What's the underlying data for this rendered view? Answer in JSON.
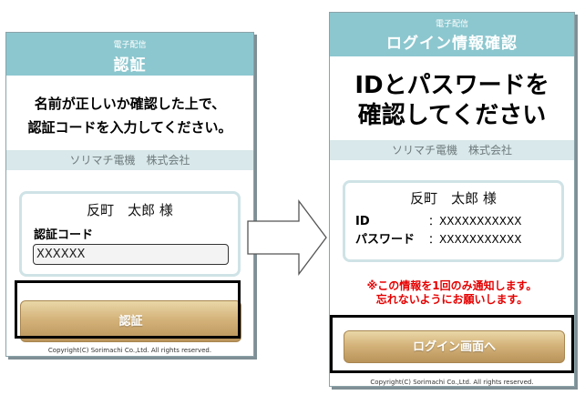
{
  "left_screen": {
    "header_small": "電子配信",
    "header_title": "認証",
    "message_line1": "名前が正しいか確認した上で、",
    "message_line2": "認証コードを入力してください。",
    "company": "ソリマチ電機　株式会社",
    "user_name": "反町　太郎 様",
    "code_label": "認証コード",
    "code_value": "XXXXXX",
    "button_label": "認証",
    "copyright": "Copyright(C) Sorimachi Co.,Ltd. All rights reserved."
  },
  "right_screen": {
    "header_small": "電子配信",
    "header_title": "ログイン情報確認",
    "message_line1": "IDとパスワードを",
    "message_line2": "確認してください",
    "company": "ソリマチ電機　株式会社",
    "user_name": "反町　太郎 様",
    "id_label": "ID",
    "id_value": "：XXXXXXXXXXX",
    "password_label": "パスワード",
    "password_value": "：XXXXXXXXXXX",
    "notice_line1": "※この情報を1回のみ通知します。",
    "notice_line2": "忘れないようにお願いします。",
    "button_label": "ログイン画面へ",
    "copyright": "Copyright(C) Sorimachi Co.,Ltd. All rights reserved."
  },
  "colors": {
    "header_bg": "#8cc7cf",
    "company_bg": "#d9e8ea",
    "notice": "#e60000",
    "button_gold": "#d4b37a"
  },
  "icons": {
    "flow_arrow": "right-arrow-icon"
  }
}
